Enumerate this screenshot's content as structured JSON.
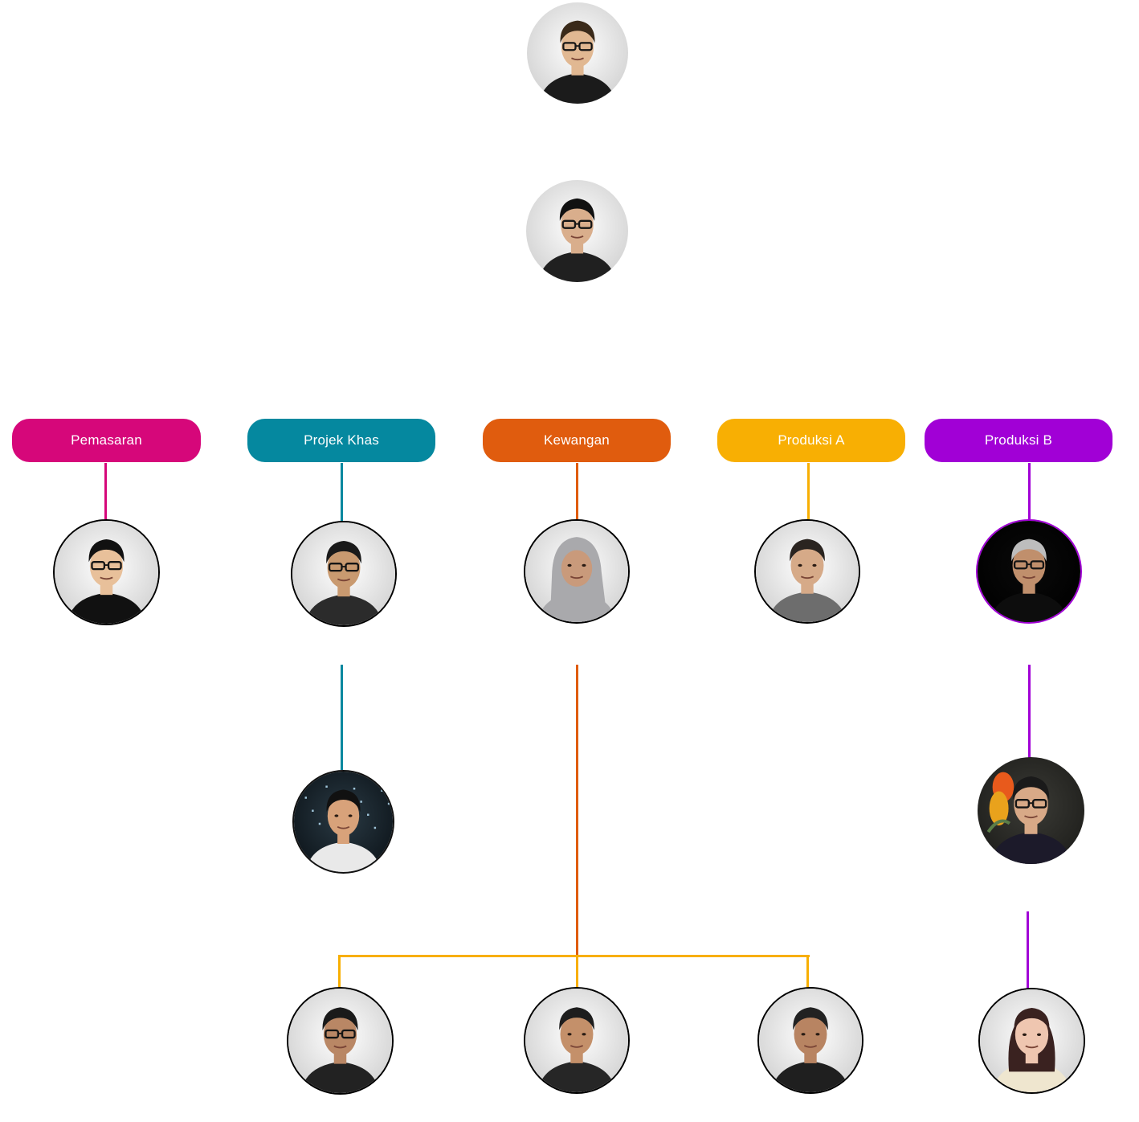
{
  "chart_title": "",
  "colors": {
    "pemasaran": "#d6077a",
    "projek_khas": "#05889f",
    "kewangan": "#e05c0e",
    "produksi_a": "#f8af03",
    "produksi_b": "#a100d6",
    "avatar_border": "#000000"
  },
  "leadership": [
    {
      "id": "leader-1",
      "icon": "person-avatar",
      "bg": "light",
      "hair": "#3a2a1a",
      "skin": "#e1b892",
      "shirt": "#1b1b1b",
      "glasses": true
    },
    {
      "id": "leader-2",
      "icon": "person-avatar",
      "bg": "light",
      "hair": "#111111",
      "skin": "#d9ae8c",
      "shirt": "#202020",
      "glasses": true
    }
  ],
  "departments": [
    {
      "key": "pemasaran",
      "label": "Pemasaran",
      "color": "#d6077a"
    },
    {
      "key": "projek_khas",
      "label": "Projek Khas",
      "color": "#05889f"
    },
    {
      "key": "kewangan",
      "label": "Kewangan",
      "color": "#e05c0e"
    },
    {
      "key": "produksi_a",
      "label": "Produksi A",
      "color": "#f8af03"
    },
    {
      "key": "produksi_b",
      "label": "Produksi B",
      "color": "#a100d6"
    }
  ],
  "members": [
    {
      "id": "pemasaran-head",
      "department": "pemasaran",
      "icon": "person-avatar",
      "bg": "light",
      "hair": "#111111",
      "skin": "#e8c09a",
      "shirt": "#111111",
      "glasses": true
    },
    {
      "id": "projek-khas-head",
      "department": "projek_khas",
      "icon": "person-avatar",
      "bg": "light",
      "hair": "#1a1a1a",
      "skin": "#c99a70",
      "shirt": "#2b2b2b",
      "glasses": true
    },
    {
      "id": "projek-khas-member",
      "department": "projek_khas",
      "icon": "person-avatar",
      "bg": "night",
      "hair": "#111111",
      "skin": "#d8a27a",
      "shirt": "#e9e9e9",
      "glasses": false
    },
    {
      "id": "kewangan-head",
      "department": "kewangan",
      "icon": "person-hijab-avatar",
      "bg": "light",
      "hair": "#a9a9ac",
      "skin": "#c99a7b",
      "shirt": "#a9a9ac",
      "glasses": false
    },
    {
      "id": "produksi-a-head",
      "department": "produksi_a",
      "icon": "person-avatar",
      "bg": "light",
      "hair": "#2a2420",
      "skin": "#d6aa88",
      "shirt": "#6d6d6d",
      "glasses": false
    },
    {
      "id": "produksi-b-head",
      "department": "produksi_b",
      "icon": "person-avatar",
      "bg": "dark",
      "hair": "#bdbdbd",
      "skin": "#c08f6c",
      "shirt": "#0d0d0d",
      "glasses": true
    },
    {
      "id": "produksi-b-member-1",
      "department": "produksi_b",
      "icon": "person-avatar",
      "bg": "mural",
      "hair": "#1a1a1a",
      "skin": "#d8a987",
      "shirt": "#1c1a2a",
      "glasses": true
    },
    {
      "id": "produksi-b-member-2",
      "department": "produksi_b",
      "icon": "person-long-hair-avatar",
      "bg": "light",
      "hair": "#3a2220",
      "skin": "#efc6b0",
      "shirt": "#efe6cf",
      "glasses": false
    },
    {
      "id": "production-staff-1",
      "department": "kewangan",
      "icon": "person-avatar",
      "bg": "light",
      "hair": "#1a1a1a",
      "skin": "#b98765",
      "shirt": "#222222",
      "glasses": true
    },
    {
      "id": "production-staff-2",
      "department": "kewangan",
      "icon": "person-avatar",
      "bg": "light",
      "hair": "#1d1d1d",
      "skin": "#c4906a",
      "shirt": "#262626",
      "glasses": false
    },
    {
      "id": "production-staff-3",
      "department": "kewangan",
      "icon": "person-avatar",
      "bg": "light",
      "hair": "#222222",
      "skin": "#b88462",
      "shirt": "#1f1f1f",
      "glasses": false
    }
  ],
  "connectors": [
    {
      "from": "pemasaran",
      "to": "pemasaran-head",
      "color": "#d6077a"
    },
    {
      "from": "projek_khas",
      "to": "projek-khas-head",
      "color": "#05889f"
    },
    {
      "from": "projek-khas-head",
      "to": "projek-khas-member",
      "color": "#05889f"
    },
    {
      "from": "kewangan",
      "to": "kewangan-head",
      "color": "#e05c0e"
    },
    {
      "from": "kewangan-head",
      "to": "production-staff-bus",
      "color": "#e05c0e"
    },
    {
      "from": "production-staff-bus",
      "to": "production-staff-1",
      "color": "#f8af03"
    },
    {
      "from": "production-staff-bus",
      "to": "production-staff-2",
      "color": "#f8af03"
    },
    {
      "from": "production-staff-bus",
      "to": "production-staff-3",
      "color": "#f8af03"
    },
    {
      "from": "produksi_a",
      "to": "produksi-a-head",
      "color": "#f8af03"
    },
    {
      "from": "produksi_b",
      "to": "produksi-b-head",
      "color": "#a100d6"
    },
    {
      "from": "produksi-b-head",
      "to": "produksi-b-member-1",
      "color": "#a100d6"
    },
    {
      "from": "produksi-b-member-1",
      "to": "produksi-b-member-2",
      "color": "#a100d6"
    }
  ]
}
